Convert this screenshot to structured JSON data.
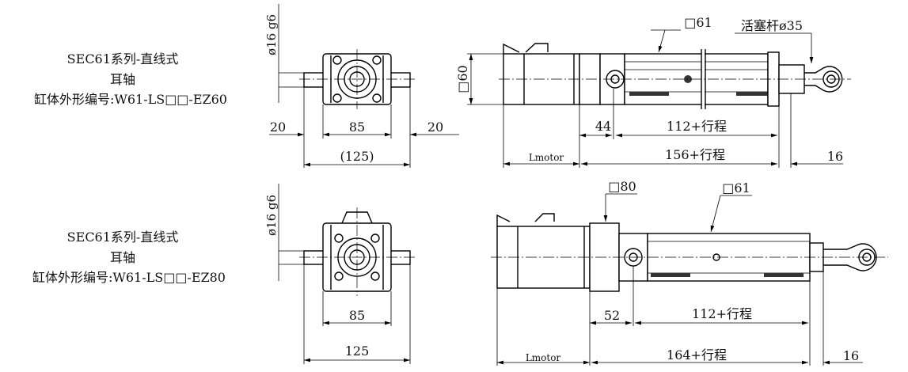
{
  "variants": [
    {
      "title": "SEC61系列-直线式",
      "mount": "耳轴",
      "code": "缸体外形编号:W61-LS□□-EZ60",
      "shaft_dia": "ø16 g6",
      "front_dims": {
        "left": "20",
        "body": "85",
        "right": "20",
        "total": "(125)"
      },
      "side": {
        "square": "□60",
        "tube": "□61",
        "rod": "活塞杆ø35",
        "pivot": "44",
        "stroke_len": "112+行程",
        "lmotor": "Lmotor",
        "total": "156+行程",
        "end": "16"
      }
    },
    {
      "title": "SEC61系列-直线式",
      "mount": "耳轴",
      "code": "缸体外形编号:W61-LS□□-EZ80",
      "shaft_dia": "ø16 g6",
      "front_dims": {
        "body": "85",
        "total": "125"
      },
      "side": {
        "block": "□80",
        "tube": "□61",
        "pivot": "52",
        "stroke_len": "112+行程",
        "lmotor": "Lmotor",
        "total": "164+行程",
        "end": "16"
      }
    }
  ]
}
